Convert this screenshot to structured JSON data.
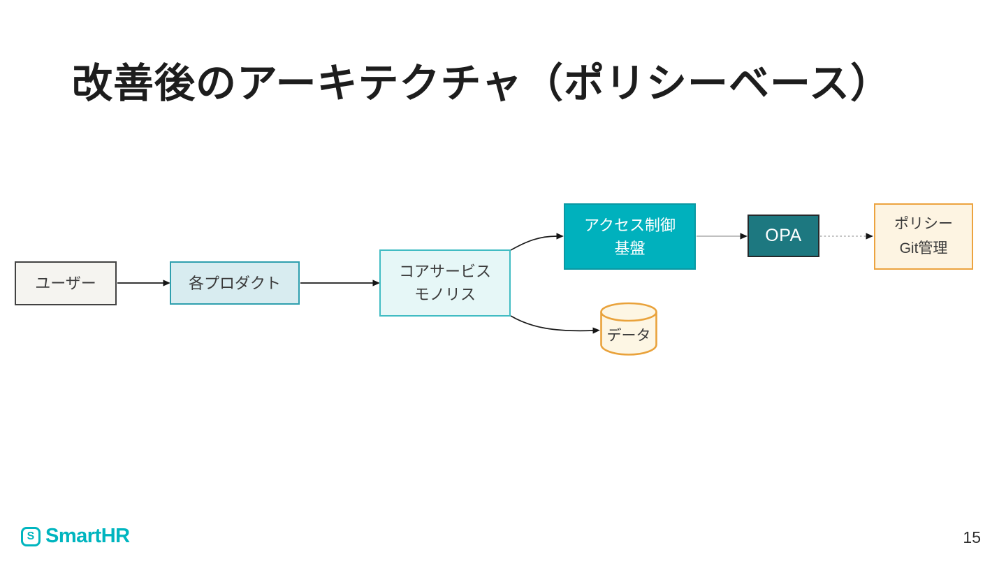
{
  "slide": {
    "title": "改善後のアーキテクチャ（ポリシーベース）",
    "page_number": "15"
  },
  "footer": {
    "logo_initial": "S",
    "logo_text": "SmartHR",
    "logo_color": "#00b5bf"
  },
  "diagram": {
    "nodes": {
      "user": {
        "label": "ユーザー"
      },
      "products": {
        "label": "各プロダクト"
      },
      "core_service": {
        "line1": "コアサービス",
        "line2": "モノリス"
      },
      "access_control": {
        "line1": "アクセス制御",
        "line2": "基盤"
      },
      "opa": {
        "label": "OPA"
      },
      "policy_git": {
        "line1": "ポリシー",
        "line2": "Git管理"
      },
      "data_store": {
        "label": "データ"
      }
    },
    "edges": [
      {
        "from": "user",
        "to": "products",
        "style": "solid-black"
      },
      {
        "from": "products",
        "to": "core_service",
        "style": "solid-black"
      },
      {
        "from": "core_service",
        "to": "access_control",
        "style": "curved-black"
      },
      {
        "from": "core_service",
        "to": "data_store",
        "style": "curved-black"
      },
      {
        "from": "access_control",
        "to": "opa",
        "style": "thin-gray"
      },
      {
        "from": "opa",
        "to": "policy_git",
        "style": "dotted-gray"
      }
    ],
    "colors": {
      "user_fill": "#f5f4f0",
      "user_border": "#424242",
      "products_fill": "#d8ecf0",
      "products_border": "#2f9fae",
      "core_fill": "#e6f7f7",
      "core_border": "#41bcc3",
      "access_fill": "#00b1bd",
      "access_border": "#0a98a3",
      "opa_fill": "#1d7880",
      "opa_border": "#25292b",
      "policy_fill": "#fdf4e2",
      "policy_border": "#eca33f",
      "data_fill": "#fdf6e4",
      "data_border": "#e9a23b",
      "arrow_black": "#1a1a1a",
      "arrow_gray": "#9a9a9a",
      "title_color": "#1d1d1d"
    }
  }
}
